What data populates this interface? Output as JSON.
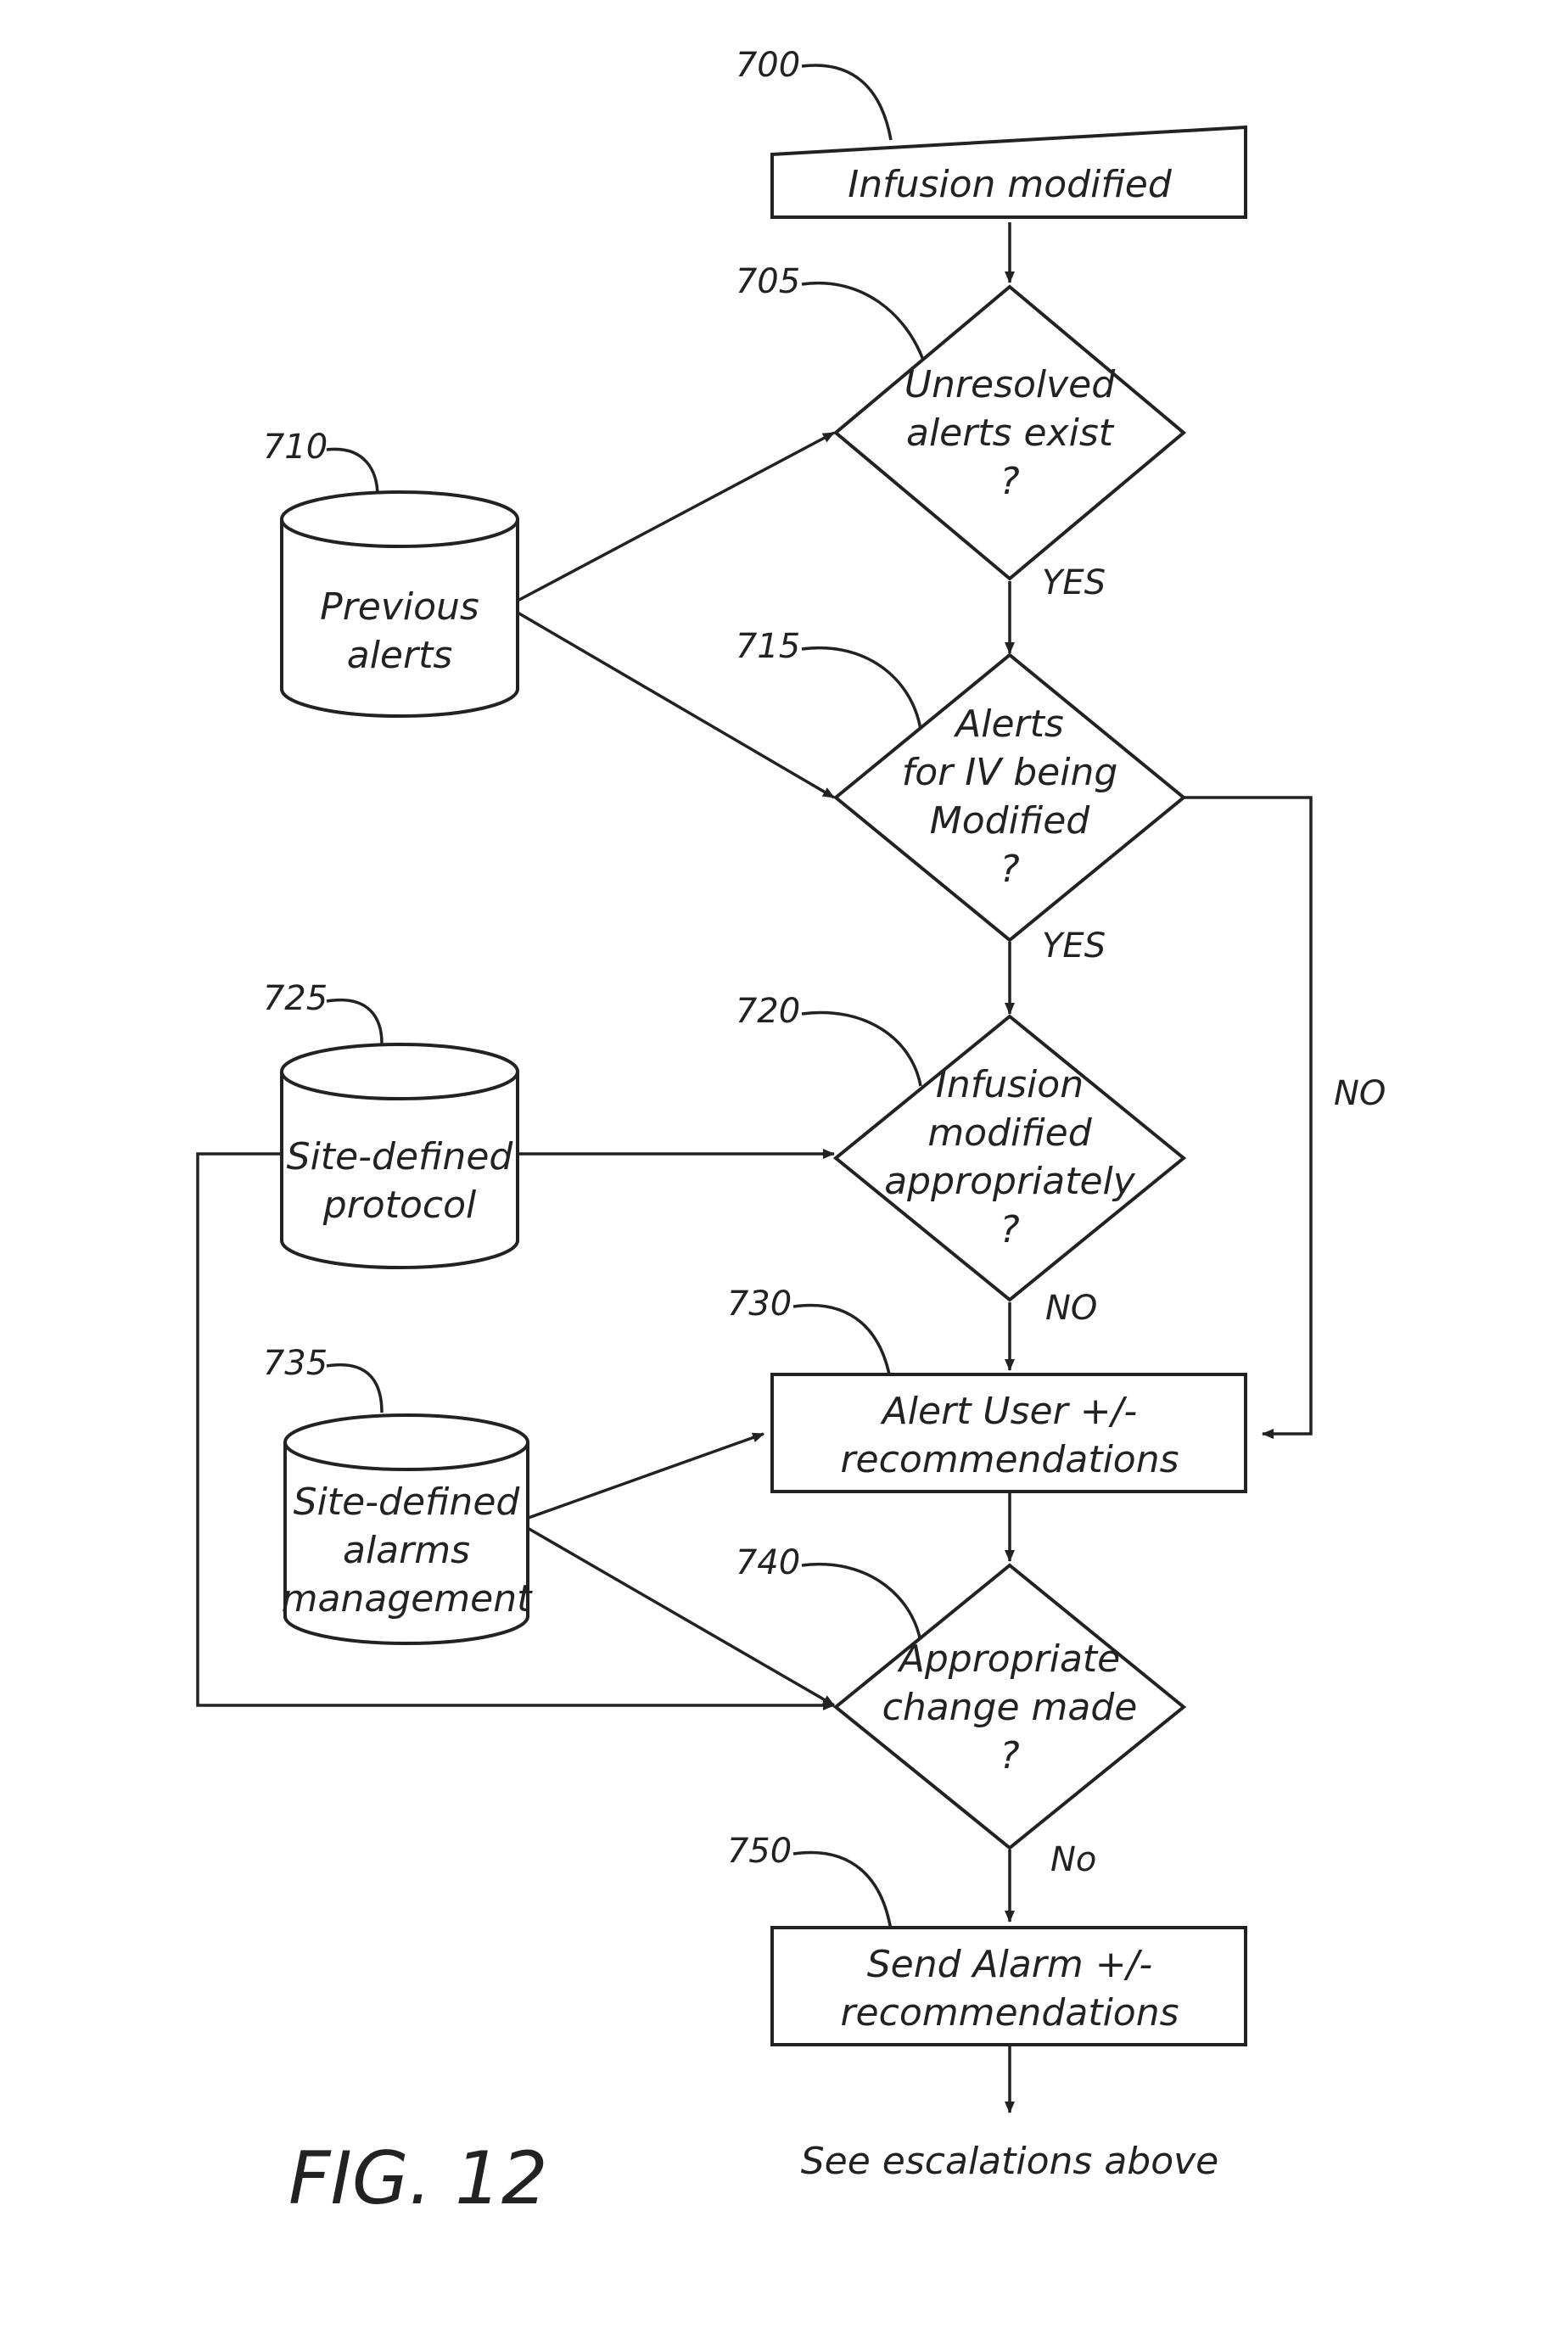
{
  "figure_label": "FIG. 12",
  "nodes": {
    "start": {
      "ref": "700",
      "lines": [
        "Infusion modified"
      ]
    },
    "d705": {
      "ref": "705",
      "lines": [
        "Unresolved",
        "alerts exist",
        "?"
      ]
    },
    "db710": {
      "ref": "710",
      "lines": [
        "Previous",
        "alerts"
      ]
    },
    "d715": {
      "ref": "715",
      "lines": [
        "Alerts",
        "for IV being",
        "Modified",
        "?"
      ]
    },
    "db725": {
      "ref": "725",
      "lines": [
        "Site-defined",
        "protocol"
      ]
    },
    "d720": {
      "ref": "720",
      "lines": [
        "Infusion",
        "modified",
        "appropriately",
        "?"
      ]
    },
    "p730": {
      "ref": "730",
      "lines": [
        "Alert User +/-",
        "recommendations"
      ]
    },
    "db735": {
      "ref": "735",
      "lines": [
        "Site-defined",
        "alarms",
        "management"
      ]
    },
    "d740": {
      "ref": "740",
      "lines": [
        "Appropriate",
        "change made",
        "?"
      ]
    },
    "p750": {
      "ref": "750",
      "lines": [
        "Send Alarm +/-",
        "recommendations"
      ]
    }
  },
  "branch_labels": {
    "d705_yes": "YES",
    "d715_yes": "YES",
    "d715_no": "NO",
    "d720_no": "NO",
    "d740_no": "No"
  },
  "footer_text": "See escalations above"
}
